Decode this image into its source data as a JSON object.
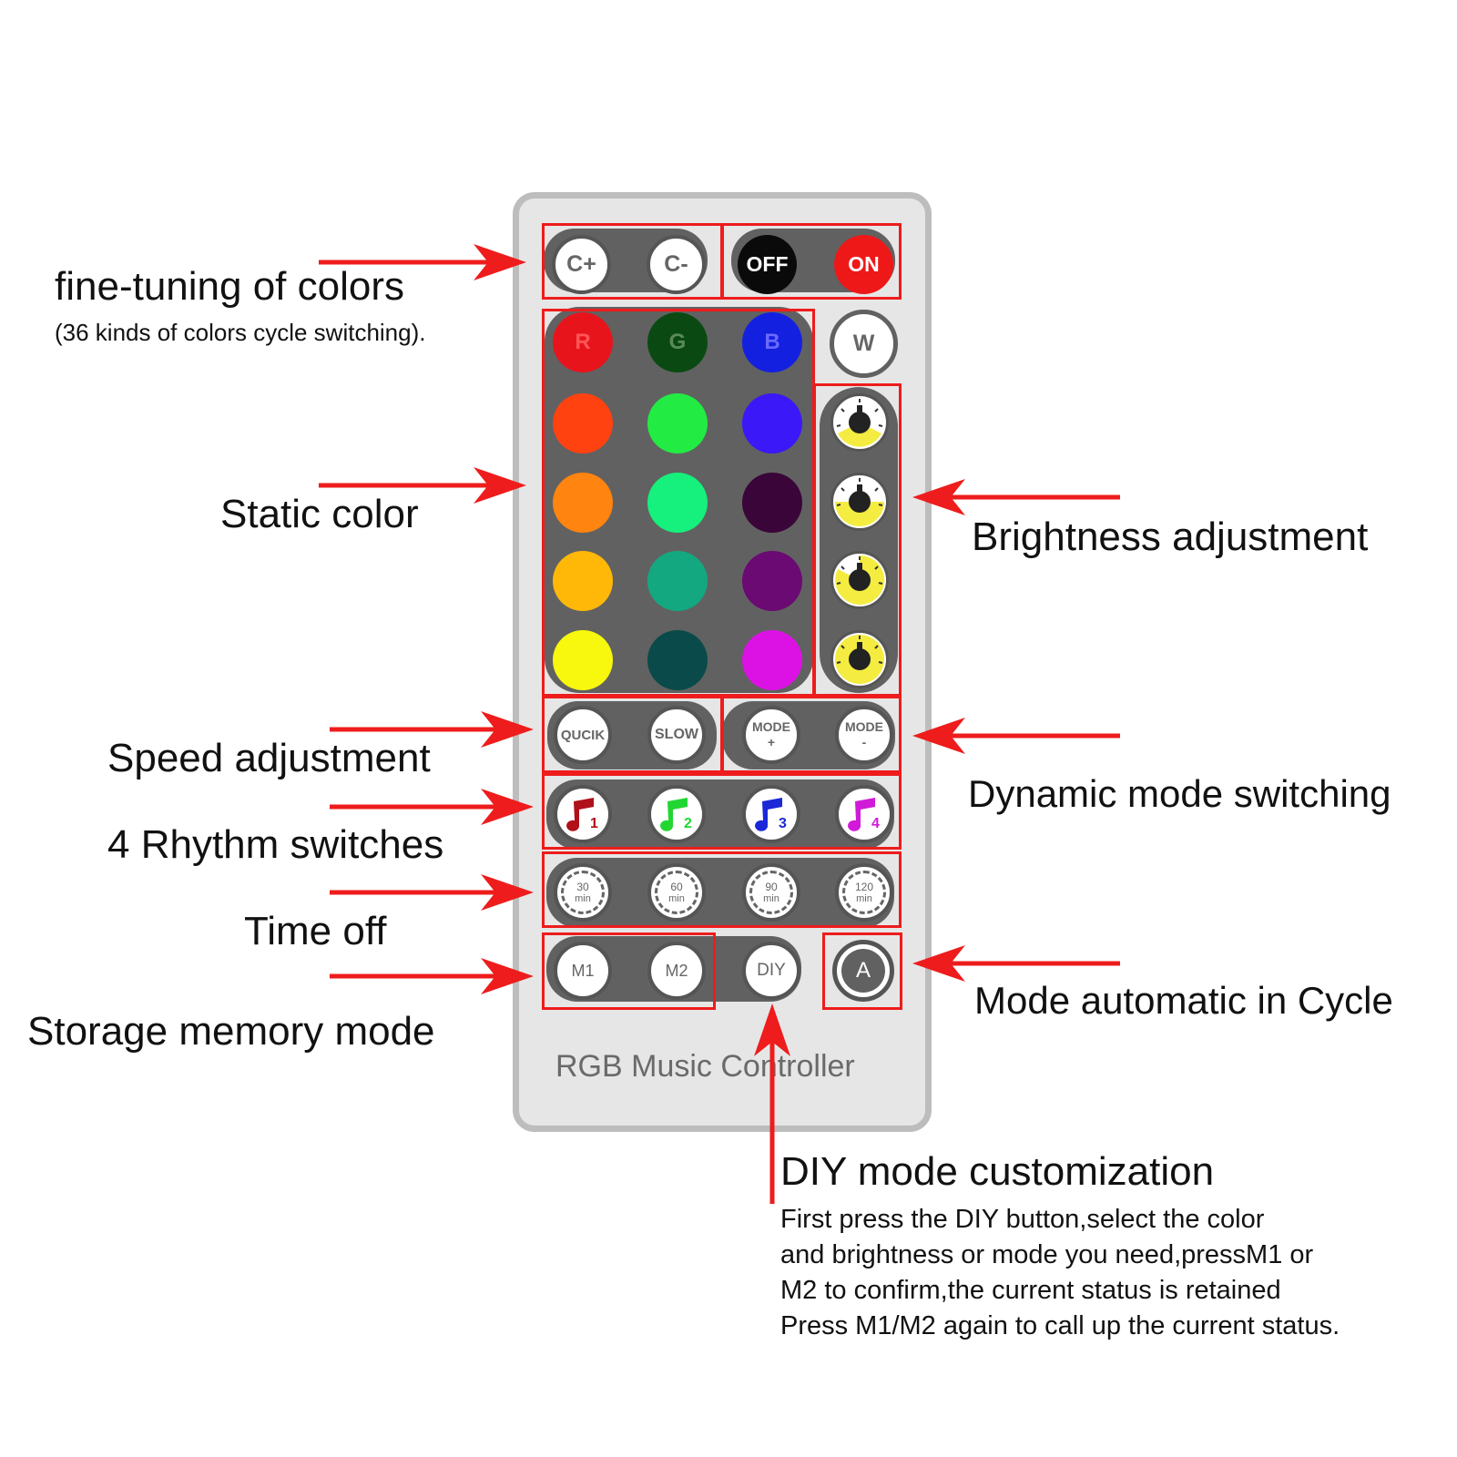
{
  "remote": {
    "brand": "RGB Music Controller",
    "buttons": {
      "c_plus": "C+",
      "c_minus": "C-",
      "off": "OFF",
      "on": "ON",
      "r": "R",
      "g": "G",
      "b": "B",
      "w": "W",
      "quick": "QUCIK",
      "slow": "SLOW",
      "mode_plus_top": "MODE",
      "mode_plus_bottom": "+",
      "mode_minus_top": "MODE",
      "mode_minus_bottom": "-",
      "rhythms": [
        "1",
        "2",
        "3",
        "4"
      ],
      "timers": [
        {
          "value": "30",
          "unit": "min"
        },
        {
          "value": "60",
          "unit": "min"
        },
        {
          "value": "90",
          "unit": "min"
        },
        {
          "value": "120",
          "unit": "min"
        }
      ],
      "m1": "M1",
      "m2": "M2",
      "diy": "DIY",
      "auto": "A"
    },
    "colors": {
      "row1": [
        "#e8141c",
        "#0a4a12",
        "#1420e0"
      ],
      "row2": [
        "#ff4210",
        "#22ec44",
        "#3a18f8"
      ],
      "row3": [
        "#ff8410",
        "#16f07c",
        "#3a0538"
      ],
      "row4": [
        "#ffb808",
        "#14a880",
        "#6a0a72"
      ],
      "row5": [
        "#f8f80e",
        "#0a4a4a",
        "#dc12e4"
      ],
      "rhythm_notes": [
        "#b0101a",
        "#22d632",
        "#1a28d8",
        "#d01ad8"
      ],
      "accent": "#ee1c1c"
    }
  },
  "labels": {
    "fine_tuning": "fine-tuning of colors",
    "fine_tuning_sub": "(36 kinds of colors cycle switching).",
    "static_color": "Static color",
    "brightness": "Brightness adjustment",
    "speed": "Speed adjustment",
    "dynamic_mode": "Dynamic mode switching",
    "rhythm": "4 Rhythm switches",
    "time_off": "Time off",
    "storage": "Storage memory mode",
    "auto_cycle": "Mode automatic in Cycle",
    "diy_title": "DIY mode customization",
    "diy_desc": [
      "First press the DIY button,select the color",
      "and brightness or mode you need,pressM1 or",
      "M2 to confirm,the current status is retained",
      "Press M1/M2 again to call up the current status."
    ]
  }
}
